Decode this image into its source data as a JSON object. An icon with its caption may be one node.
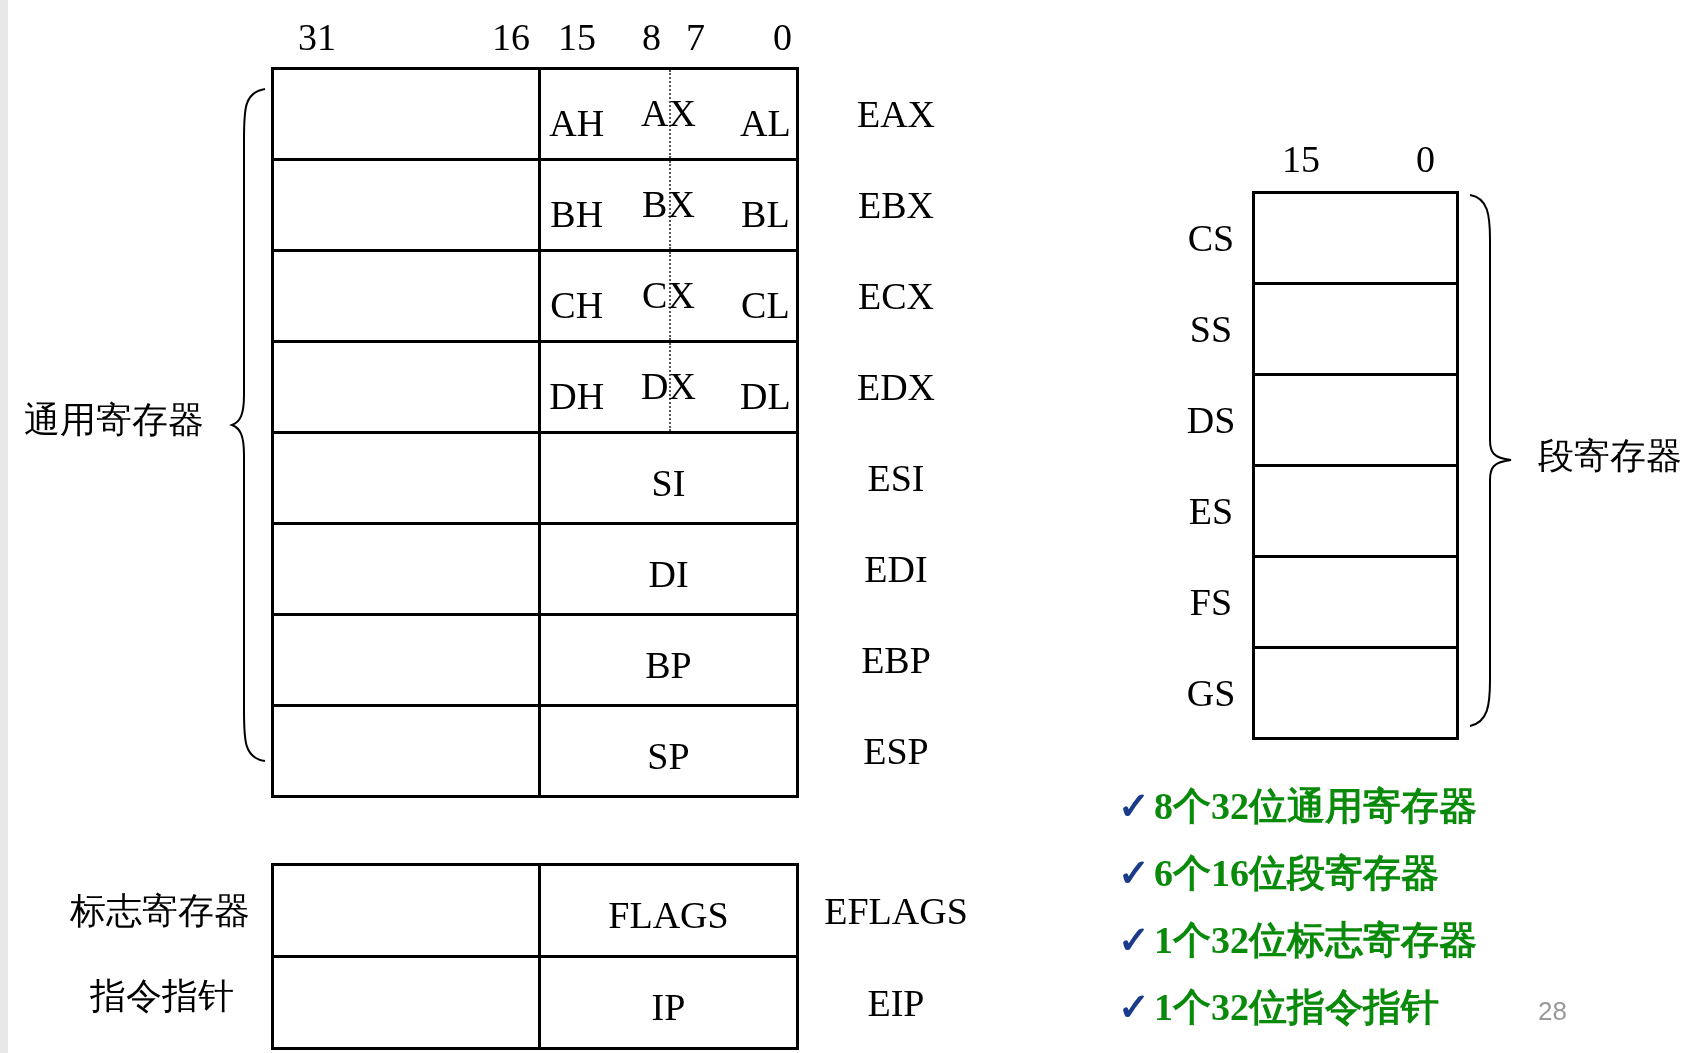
{
  "diagram": {
    "nodes": [
      {
        "text": [],
        "shape": "box"
      },
      {
        "text": [
          "AH",
          "AX",
          "AL"
        ],
        "beside": [
          "EAX"
        ]
      },
      {
        "text": [],
        "shape": "box"
      },
      {
        "text": [
          "BH",
          "BX",
          "BL"
        ],
        "beside": [
          "EBX"
        ]
      },
      {
        "text": [],
        "shape": "box"
      },
      {
        "text": [
          "CH",
          "CX",
          "CL"
        ],
        "beside": [
          "ECX"
        ]
      },
      {
        "text": [],
        "shape": "box"
      },
      {
        "text": [
          "DH",
          "DX",
          "DL"
        ],
        "beside": [
          "EDX"
        ]
      },
      {
        "text": [],
        "shape": "box"
      },
      {
        "text": [
          "SI"
        ],
        "beside": [
          "ESI"
        ]
      },
      {
        "text": [],
        "shape": "box"
      },
      {
        "text": [
          "DI"
        ],
        "beside": [
          "EDI"
        ]
      },
      {
        "text": [],
        "shape": "box"
      },
      {
        "text": [
          "BP"
        ],
        "beside": [
          "EBP"
        ]
      },
      {
        "text": [],
        "shape": "box"
      },
      {
        "text": [
          "SP"
        ],
        "beside": [
          "ESP"
        ]
      },
      {
        "text": [],
        "shape": "box"
      },
      {
        "text": [
          "FLAGS"
        ],
        "beside": [
          "EFLAGS"
        ]
      },
      {
        "text": [],
        "shape": "box"
      },
      {
        "text": [
          "IP"
        ],
        "beside": [
          "EIP"
        ]
      },
      {
        "text": [],
        "shape": "box",
        "beside": [
          "CS"
        ]
      },
      {
        "text": [],
        "shape": "box",
        "beside": [
          "SS"
        ]
      },
      {
        "text": [],
        "shape": "box",
        "beside": [
          "DS"
        ]
      },
      {
        "text": [],
        "shape": "box",
        "beside": [
          "ES"
        ]
      },
      {
        "text": [],
        "shape": "box",
        "beside": [
          "FS"
        ]
      },
      {
        "text": [],
        "shape": "box",
        "beside": [
          "GS"
        ]
      }
    ],
    "edges": [],
    "labels": [
      "31",
      "16",
      "15",
      "8",
      "7",
      "0",
      "15",
      "0",
      "通用寄存器",
      "段寄存器",
      "标志寄存器",
      "指令指针",
      "✓",
      "8个32位通用寄存器",
      "✓",
      "6个16位段寄存器",
      "✓",
      "1个32位标志寄存器",
      "✓",
      "1个32位指令指针",
      "28"
    ]
  }
}
